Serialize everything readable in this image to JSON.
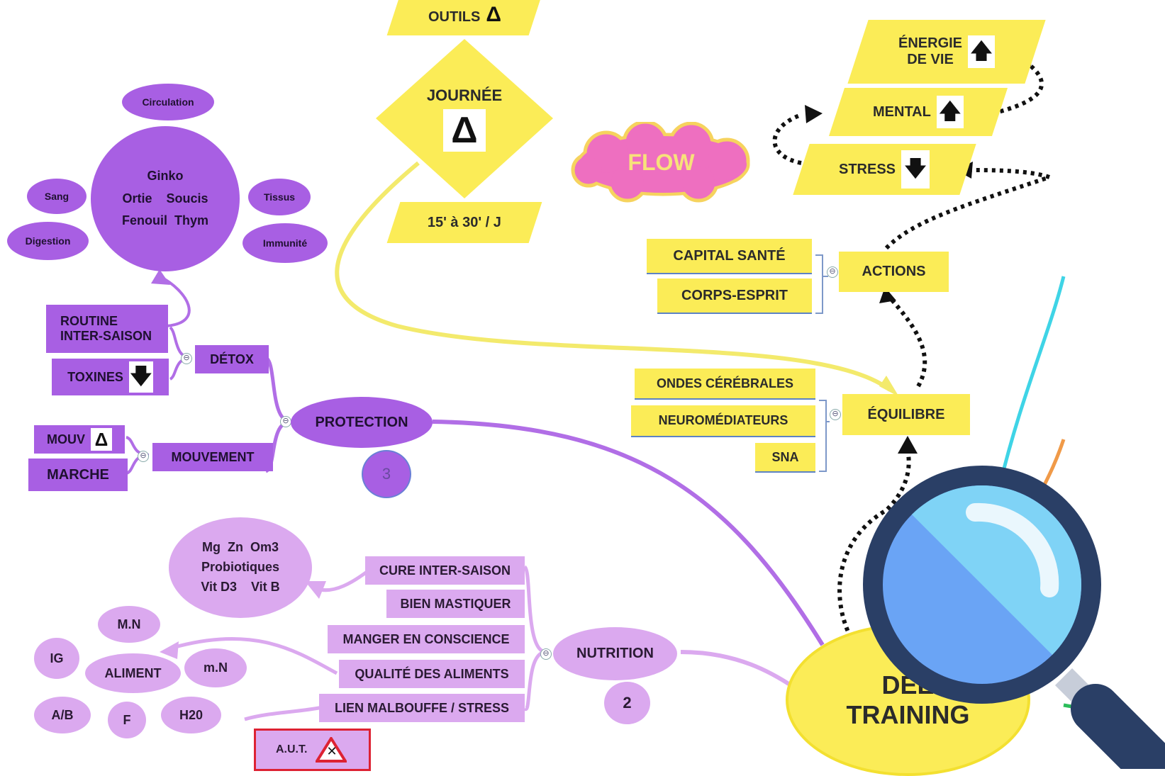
{
  "yellow": {
    "outils": "OUTILS",
    "journee": "JOURNÉE",
    "duree": "15' à 30' / J",
    "flow": "FLOW",
    "energie_1": "ÉNERGIE",
    "energie_2": "DE VIE",
    "mental": "MENTAL",
    "stress": "STRESS",
    "capital_sante": "CAPITAL SANTÉ",
    "corps_esprit": "CORPS-ESPRIT",
    "actions": "ACTIONS",
    "ondes": "ONDES CÉRÉBRALES",
    "neuro": "NEUROMÉDIATEURS",
    "sna": "SNA",
    "equilibre": "ÉQUILIBRE",
    "center_1": "DEE",
    "center_2": "TRAINING"
  },
  "protection": {
    "label": "PROTECTION",
    "number": "3",
    "circulation": "Circulation",
    "herbs": [
      "Ginko",
      "Ortie",
      "Soucis",
      "Fenouil",
      "Thym"
    ],
    "sang": "Sang",
    "digestion": "Digestion",
    "tissus": "Tissus",
    "immunite": "Immunité",
    "routine_1": "ROUTINE",
    "routine_2": "INTER-SAISON",
    "toxines": "TOXINES",
    "detox": "DÉTOX",
    "mouv": "MOUV",
    "marche": "MARCHE",
    "mouvement": "MOUVEMENT"
  },
  "nutrition": {
    "label": "NUTRITION",
    "number": "2",
    "supplements": [
      "Mg  Zn  Om3",
      "Probiotiques",
      "Vit D3    Vit B"
    ],
    "items": [
      "CURE INTER-SAISON",
      "BIEN MASTIQUER",
      "MANGER EN CONSCIENCE",
      "QUALITÉ DES ALIMENTS",
      "LIEN MALBOUFFE / STRESS"
    ],
    "mn_upper": "M.N",
    "aliment": "ALIMENT",
    "mn_lower": "m.N",
    "ig": "IG",
    "ab": "A/B",
    "f": "F",
    "h20": "H20",
    "aut": "A.U.T."
  },
  "symbols": {
    "delta": "Δ",
    "up": "🡅",
    "down": "🡇",
    "collapse": "⊖",
    "warning_x": "✕"
  },
  "colors": {
    "yellow": "#fbec57",
    "purple": "#a85fe3",
    "lilac": "#dba9ef",
    "pink": "#ee6fc0",
    "magnifier_lens": "#6aa4f5",
    "magnifier_frame": "#2a3f66"
  }
}
